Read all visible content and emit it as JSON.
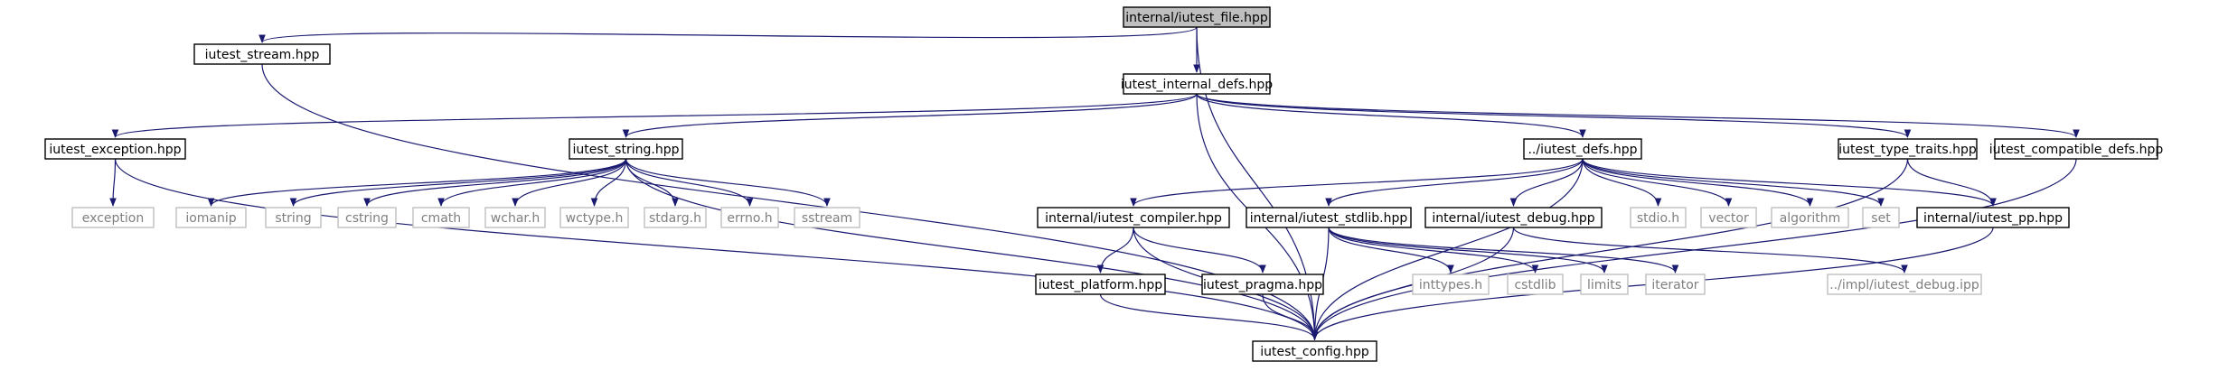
{
  "colors": {
    "edge": "#191970",
    "node_border": "#000000",
    "external_border": "#bfbfbf",
    "external_text": "#7f7f7f",
    "root_fill": "#bfbfbf",
    "node_fill": "#ffffff",
    "text": "#000000"
  },
  "nodes": [
    {
      "id": "file",
      "label": "internal/iutest_file.hpp",
      "kind": "root"
    },
    {
      "id": "stream",
      "label": "iutest_stream.hpp",
      "kind": "file"
    },
    {
      "id": "idefs",
      "label": "iutest_internal_defs.hpp",
      "kind": "file"
    },
    {
      "id": "exception",
      "label": "iutest_exception.hpp",
      "kind": "file"
    },
    {
      "id": "string",
      "label": "iutest_string.hpp",
      "kind": "file"
    },
    {
      "id": "defs",
      "label": "../iutest_defs.hpp",
      "kind": "file"
    },
    {
      "id": "traits",
      "label": "iutest_type_traits.hpp",
      "kind": "file"
    },
    {
      "id": "compat",
      "label": "iutest_compatible_defs.hpp",
      "kind": "file"
    },
    {
      "id": "s_exception",
      "label": "exception",
      "kind": "external"
    },
    {
      "id": "s_iomanip",
      "label": "iomanip",
      "kind": "external"
    },
    {
      "id": "s_string",
      "label": "string",
      "kind": "external"
    },
    {
      "id": "s_cstring",
      "label": "cstring",
      "kind": "external"
    },
    {
      "id": "s_cmath",
      "label": "cmath",
      "kind": "external"
    },
    {
      "id": "s_wcharh",
      "label": "wchar.h",
      "kind": "external"
    },
    {
      "id": "s_wctypeh",
      "label": "wctype.h",
      "kind": "external"
    },
    {
      "id": "s_stdargh",
      "label": "stdarg.h",
      "kind": "external"
    },
    {
      "id": "s_errnoh",
      "label": "errno.h",
      "kind": "external"
    },
    {
      "id": "s_sstream",
      "label": "sstream",
      "kind": "external"
    },
    {
      "id": "compiler",
      "label": "internal/iutest_compiler.hpp",
      "kind": "file"
    },
    {
      "id": "stdlib",
      "label": "internal/iutest_stdlib.hpp",
      "kind": "file"
    },
    {
      "id": "debug",
      "label": "internal/iutest_debug.hpp",
      "kind": "file"
    },
    {
      "id": "s_stdioh",
      "label": "stdio.h",
      "kind": "external"
    },
    {
      "id": "s_vector",
      "label": "vector",
      "kind": "external"
    },
    {
      "id": "s_algorithm",
      "label": "algorithm",
      "kind": "external"
    },
    {
      "id": "s_set",
      "label": "set",
      "kind": "external"
    },
    {
      "id": "pp",
      "label": "internal/iutest_pp.hpp",
      "kind": "file"
    },
    {
      "id": "platform",
      "label": "iutest_platform.hpp",
      "kind": "file"
    },
    {
      "id": "pragma",
      "label": "iutest_pragma.hpp",
      "kind": "file"
    },
    {
      "id": "s_inttypes",
      "label": "inttypes.h",
      "kind": "external"
    },
    {
      "id": "s_cstdlib",
      "label": "cstdlib",
      "kind": "external"
    },
    {
      "id": "s_limits",
      "label": "limits",
      "kind": "external"
    },
    {
      "id": "s_iterator",
      "label": "iterator",
      "kind": "external"
    },
    {
      "id": "debugipp",
      "label": "../impl/iutest_debug.ipp",
      "kind": "external"
    },
    {
      "id": "config",
      "label": "iutest_config.hpp",
      "kind": "file"
    }
  ],
  "edges": [
    [
      "file",
      "stream"
    ],
    [
      "file",
      "idefs"
    ],
    [
      "file",
      "config"
    ],
    [
      "stream",
      "config"
    ],
    [
      "idefs",
      "exception"
    ],
    [
      "idefs",
      "string"
    ],
    [
      "idefs",
      "defs"
    ],
    [
      "idefs",
      "traits"
    ],
    [
      "idefs",
      "compat"
    ],
    [
      "idefs",
      "config"
    ],
    [
      "exception",
      "s_exception"
    ],
    [
      "exception",
      "config"
    ],
    [
      "string",
      "s_iomanip"
    ],
    [
      "string",
      "s_string"
    ],
    [
      "string",
      "s_cstring"
    ],
    [
      "string",
      "s_cmath"
    ],
    [
      "string",
      "s_wcharh"
    ],
    [
      "string",
      "s_wctypeh"
    ],
    [
      "string",
      "s_stdargh"
    ],
    [
      "string",
      "s_errnoh"
    ],
    [
      "string",
      "s_sstream"
    ],
    [
      "string",
      "config"
    ],
    [
      "defs",
      "compiler"
    ],
    [
      "defs",
      "stdlib"
    ],
    [
      "defs",
      "debug"
    ],
    [
      "defs",
      "s_stdioh"
    ],
    [
      "defs",
      "s_vector"
    ],
    [
      "defs",
      "s_algorithm"
    ],
    [
      "defs",
      "s_set"
    ],
    [
      "defs",
      "pp"
    ],
    [
      "defs",
      "config"
    ],
    [
      "traits",
      "pp"
    ],
    [
      "traits",
      "config"
    ],
    [
      "compat",
      "config"
    ],
    [
      "compiler",
      "platform"
    ],
    [
      "compiler",
      "pragma"
    ],
    [
      "compiler",
      "config"
    ],
    [
      "stdlib",
      "s_inttypes"
    ],
    [
      "stdlib",
      "s_cstdlib"
    ],
    [
      "stdlib",
      "s_limits"
    ],
    [
      "stdlib",
      "s_iterator"
    ],
    [
      "stdlib",
      "config"
    ],
    [
      "debug",
      "debugipp"
    ],
    [
      "debug",
      "config"
    ],
    [
      "pp",
      "config"
    ],
    [
      "platform",
      "config"
    ],
    [
      "pragma",
      "config"
    ]
  ]
}
